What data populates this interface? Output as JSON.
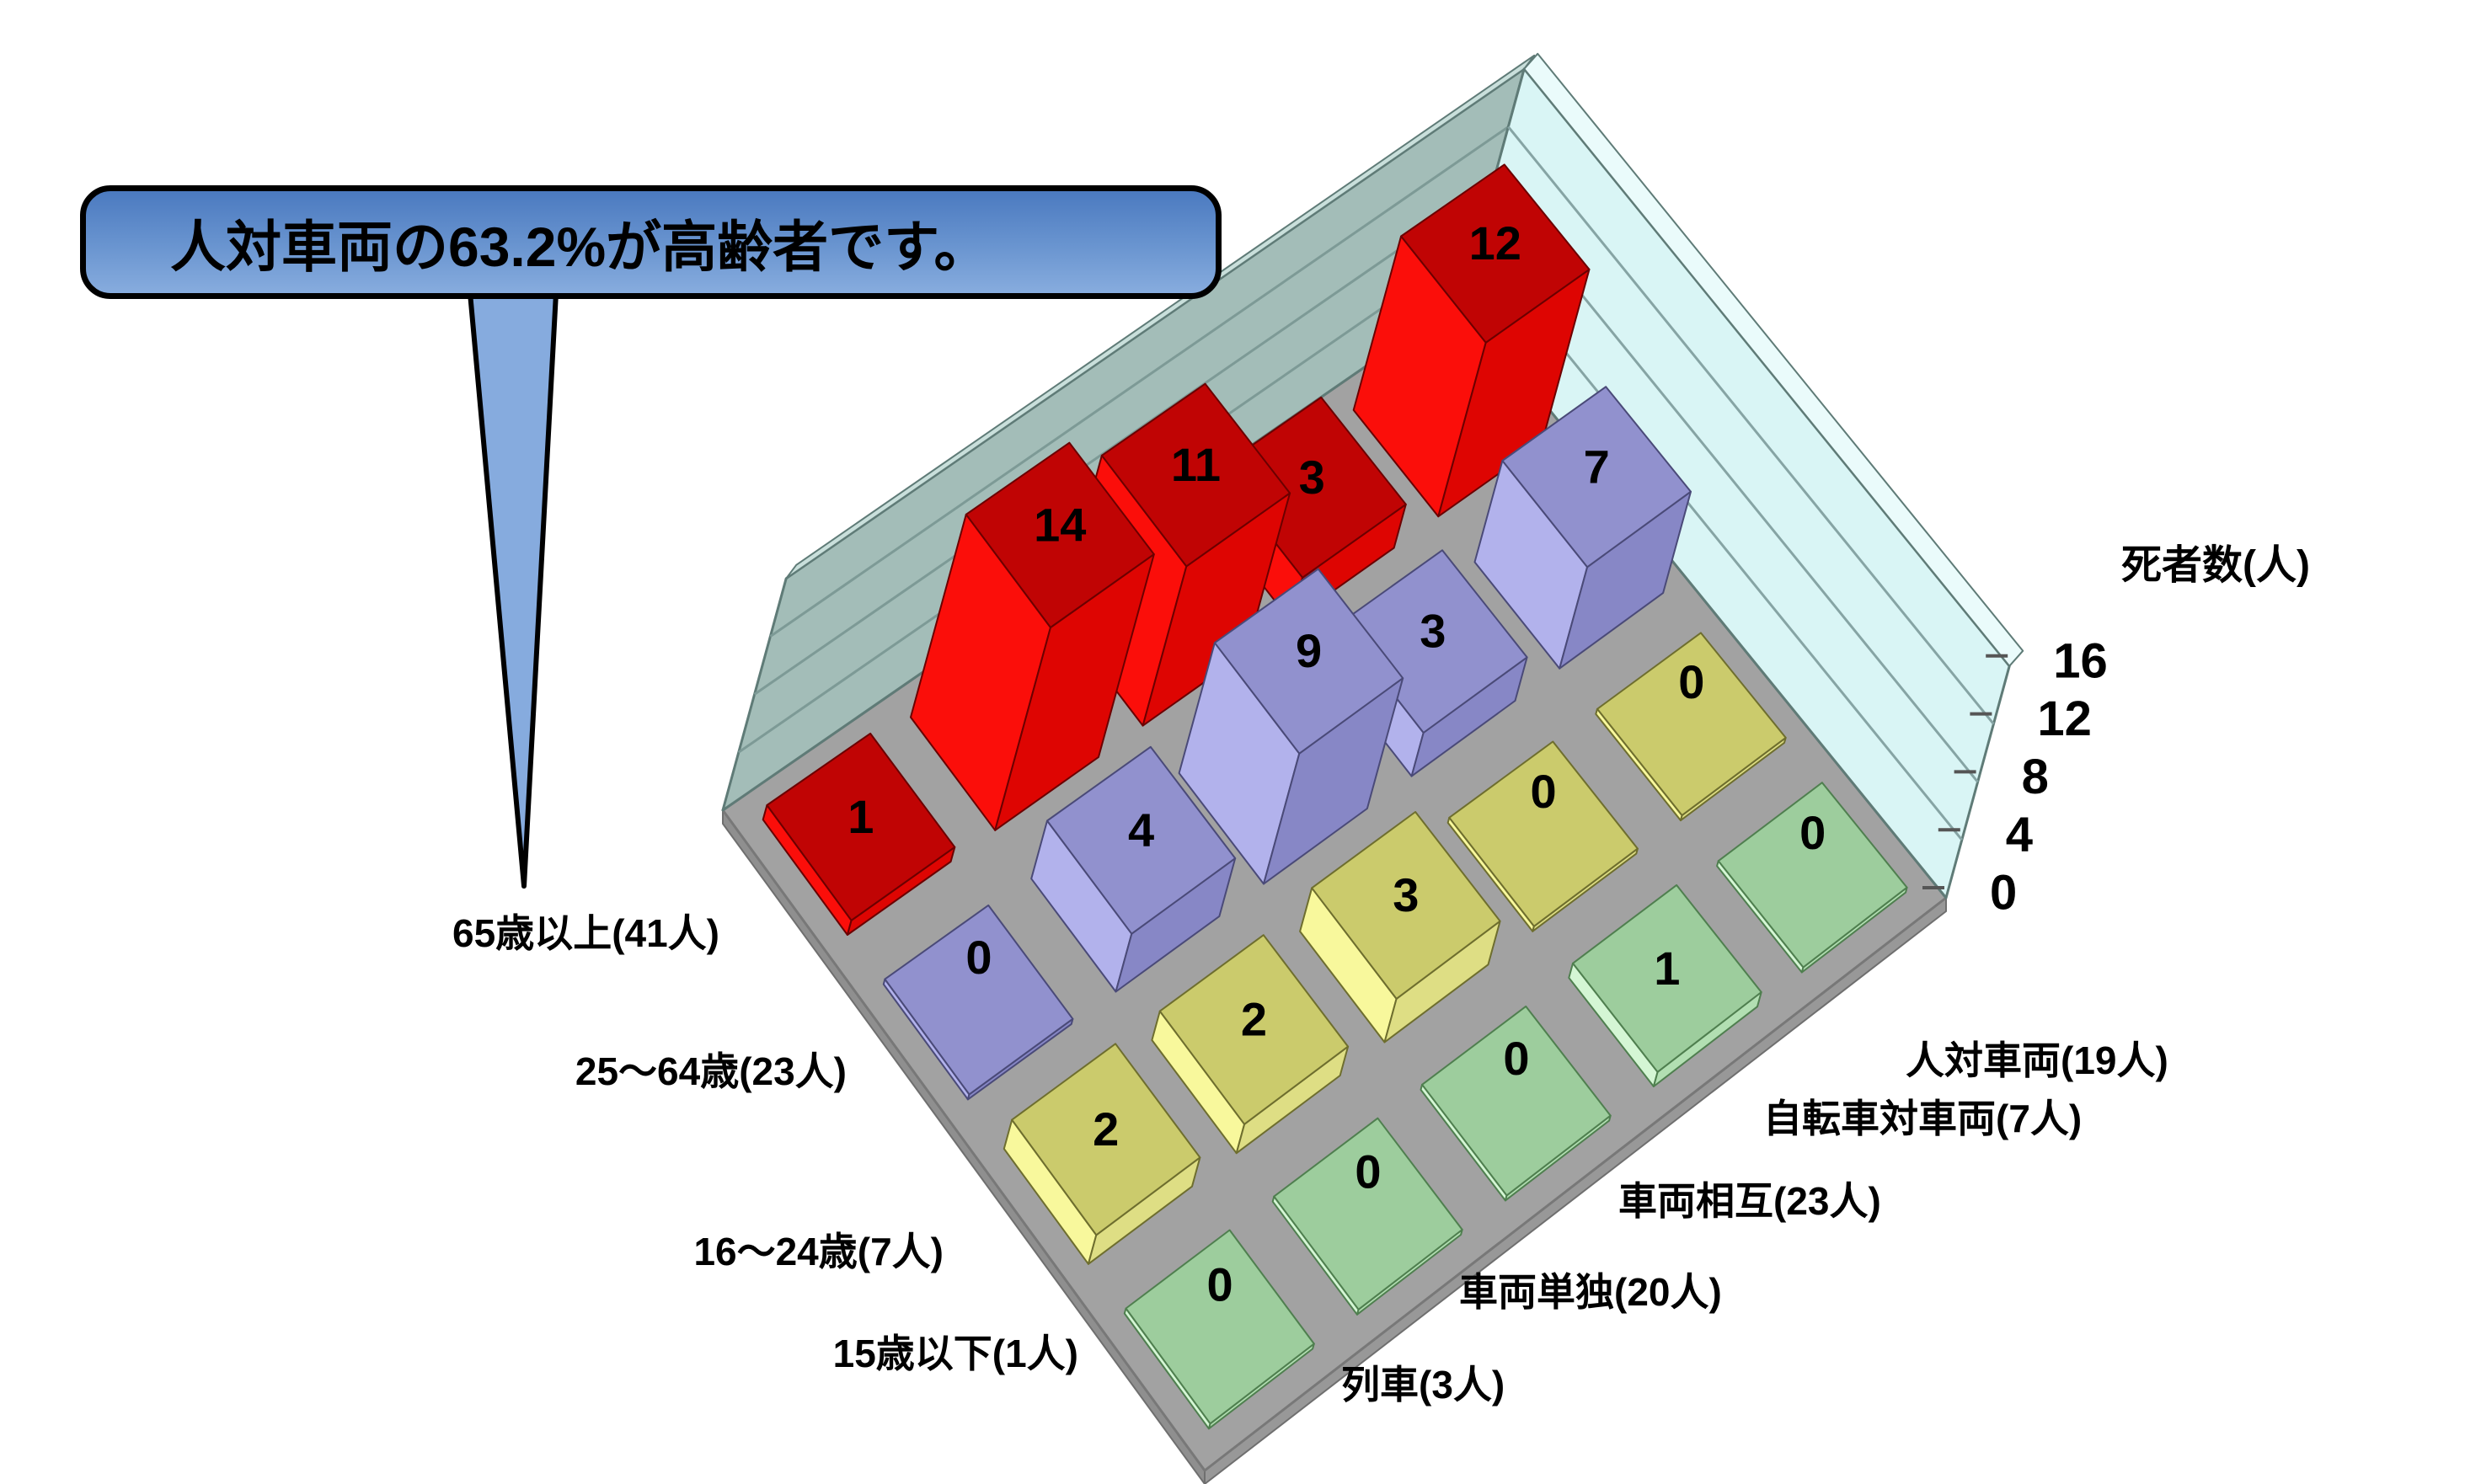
{
  "callout": {
    "text": "人対車両の63.2%が高齢者です。"
  },
  "chart_data": {
    "type": "bar",
    "variant": "3d-column-grid",
    "title": "",
    "z_axis": {
      "label": "死者数(人)",
      "ticks": [
        0,
        4,
        8,
        12,
        16
      ],
      "max": 16
    },
    "columns": [
      "列車(3人)",
      "車両単独(20人)",
      "車両相互(23人)",
      "自転車対車両(7人)",
      "人対車両(19人)"
    ],
    "rows": [
      {
        "label": "65歳以上(41人)",
        "values": [
          1,
          14,
          11,
          3,
          12
        ],
        "color_top": "#c00404",
        "color_left": "#fb0e0a",
        "color_right": "#de0502",
        "edge": "#6b0000"
      },
      {
        "label": "25〜64歳(23人)",
        "values": [
          0,
          4,
          9,
          3,
          7
        ],
        "color_top": "#9191ce",
        "color_left": "#b2b2ec",
        "color_right": "#8787c6",
        "edge": "#4a4a78"
      },
      {
        "label": "16〜24歳(7人)",
        "values": [
          2,
          2,
          3,
          0,
          0
        ],
        "color_top": "#cbcb6c",
        "color_left": "#f8f89c",
        "color_right": "#dede84",
        "edge": "#6e6e2e"
      },
      {
        "label": "15歳以下(1人)",
        "values": [
          0,
          0,
          0,
          1,
          0
        ],
        "color_top": "#9dcd9d",
        "color_left": "#d4f6d4",
        "color_right": "#b2dfb2",
        "edge": "#4f7f4f"
      }
    ],
    "notes": "rows ordered back-to-front; values ordered front-left(列車)→back-right(人対車両)",
    "palette": {
      "floor": "#a2a2a2",
      "floor_side": "#8f8f8f",
      "floor_edge": "#6f6f6f",
      "wall_left": "#a3bdb8",
      "wall_left_strip": "#c9dfdb",
      "wall_right": "#d9f5f5",
      "wall_right_strip": "#eafbfb",
      "wall_grid_left": "#7d9a96",
      "wall_grid_right": "#86a4a4",
      "wall_edge": "#5f7b77",
      "tick": "#555555",
      "text": "#000000",
      "callout_fill_bottom": "#86abde"
    },
    "legend_position": "none",
    "grid": true
  }
}
